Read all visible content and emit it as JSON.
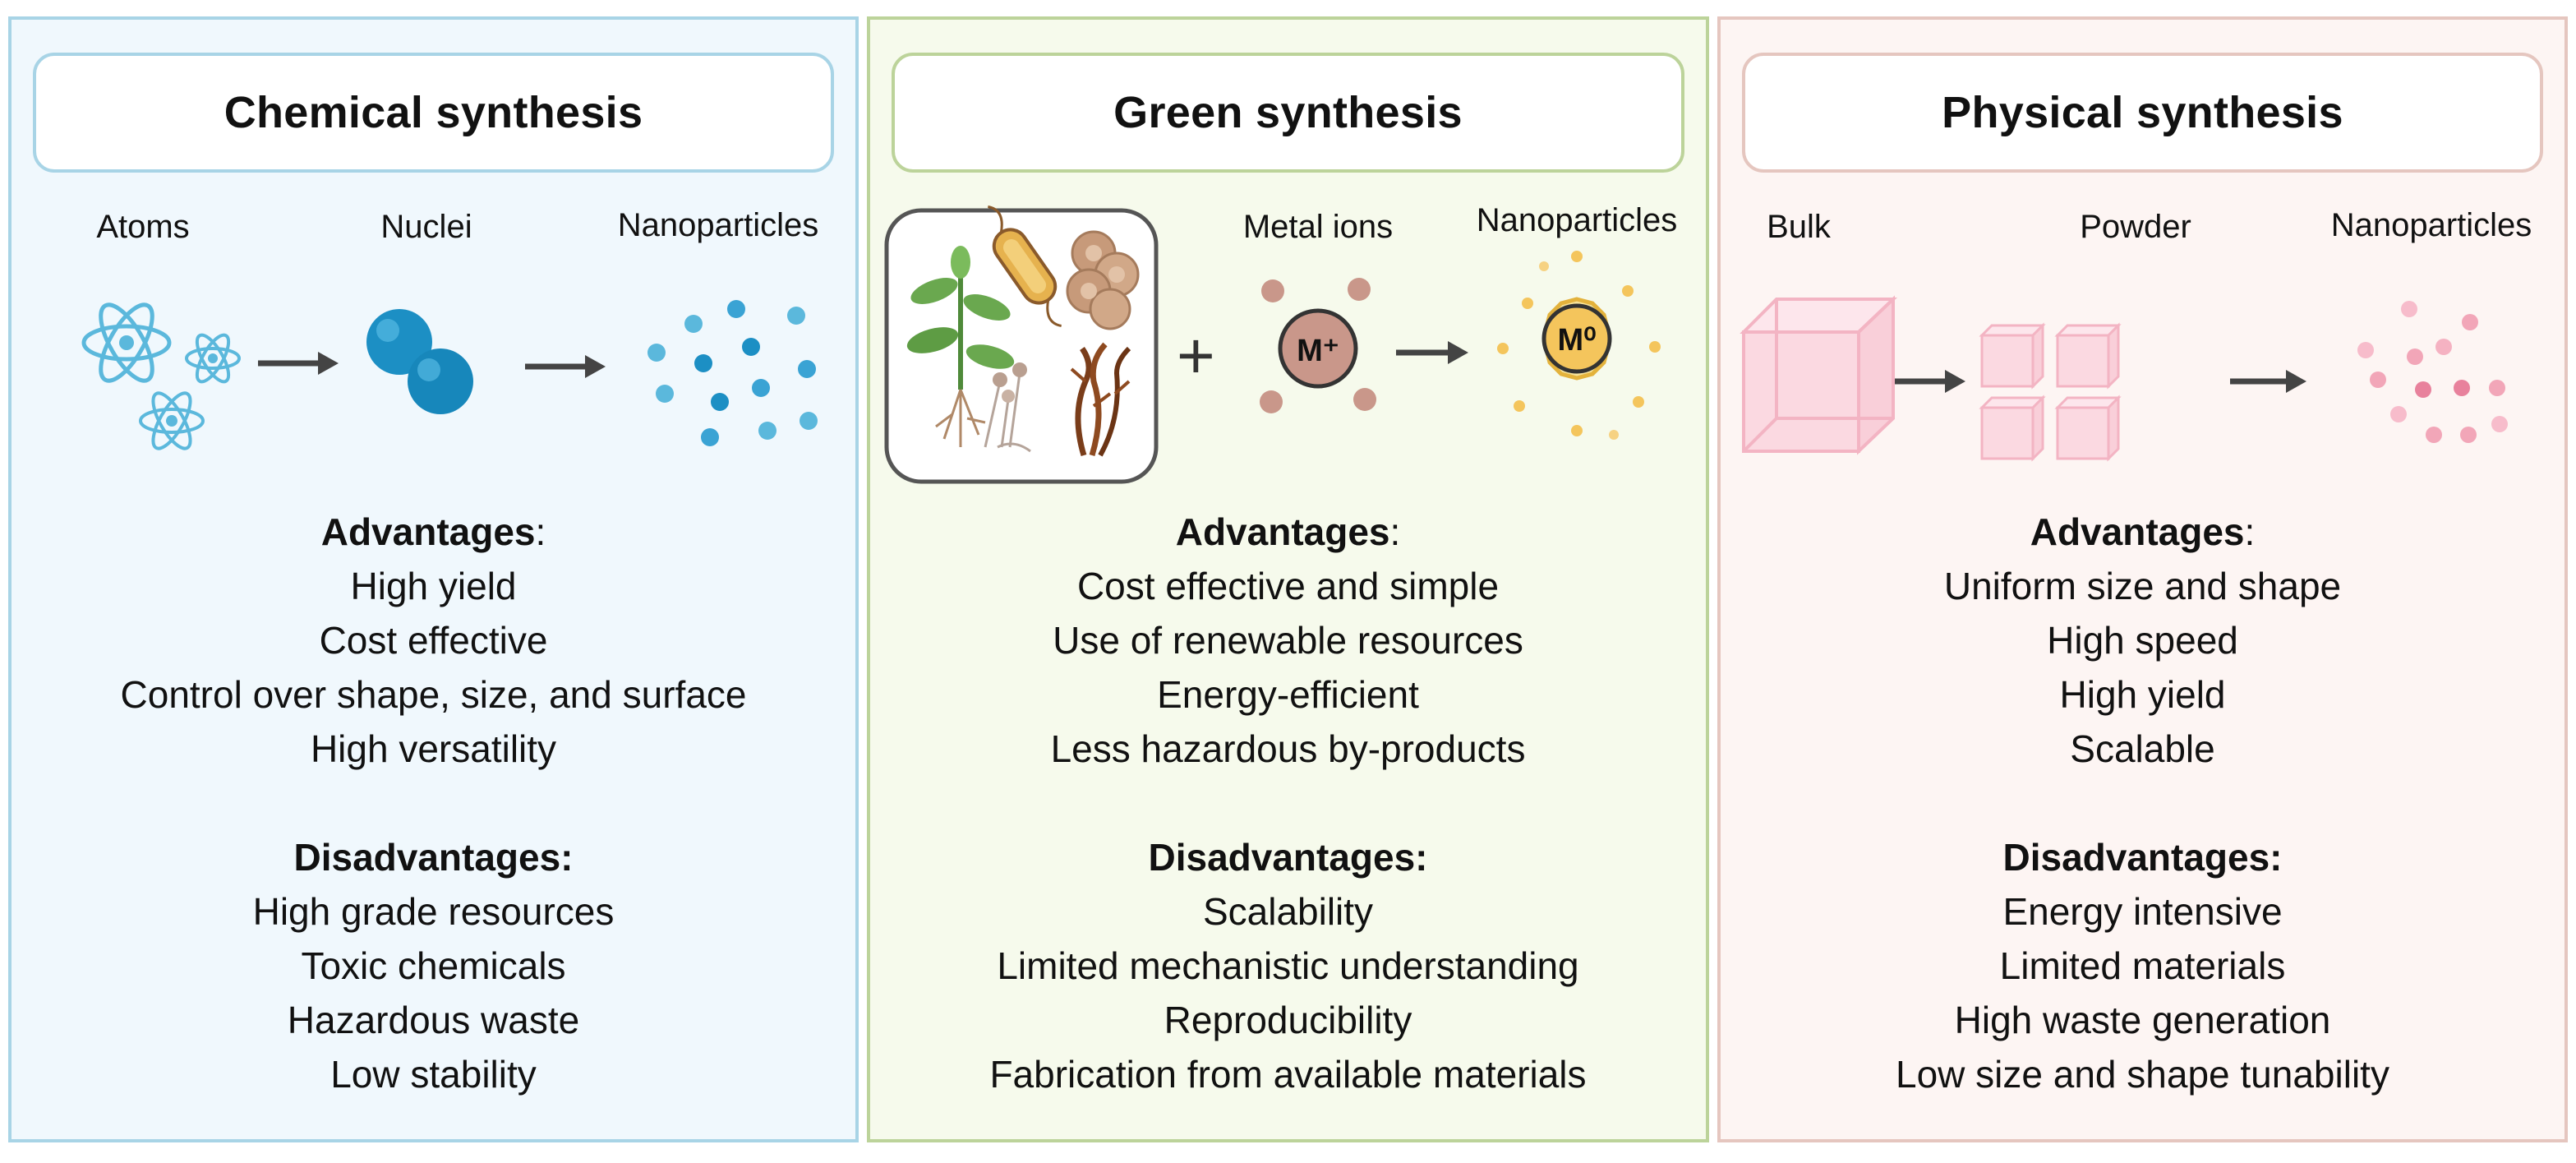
{
  "panels": {
    "chemical": {
      "title": "Chemical synthesis",
      "stages": [
        "Atoms",
        "Nuclei",
        "Nanoparticles"
      ],
      "advantages_title": "Advantages",
      "advantages": [
        "High yield",
        "Cost effective",
        "Control over shape, size, and surface",
        "High versatility"
      ],
      "disadvantages_title": "Disadvantages:",
      "disadvantages": [
        "High grade resources",
        "Toxic chemicals",
        "Hazardous waste",
        "Low stability"
      ]
    },
    "green": {
      "title": "Green synthesis",
      "stages": [
        "Metal ions",
        "Nanoparticles"
      ],
      "ion_label": "M⁺",
      "np_label": "M⁰",
      "plus": "+",
      "advantages_title": "Advantages",
      "advantages": [
        "Cost effective and simple",
        "Use of renewable resources",
        "Energy-efficient",
        "Less hazardous by-products"
      ],
      "disadvantages_title": "Disadvantages:",
      "disadvantages": [
        "Scalability",
        "Limited mechanistic understanding",
        "Reproducibility",
        "Fabrication from available materials"
      ]
    },
    "physical": {
      "title": "Physical synthesis",
      "stages": [
        "Bulk",
        "Powder",
        "Nanoparticles"
      ],
      "advantages_title": "Advantages",
      "advantages": [
        "Uniform size and shape",
        "High speed",
        "High yield",
        "Scalable"
      ],
      "disadvantages_title": "Disadvantages:",
      "disadvantages": [
        "Energy intensive",
        "Limited materials",
        "High waste generation",
        "Low size and shape tunability"
      ]
    }
  },
  "colors": {
    "chemical_bg": "#f0f8fd",
    "chemical_border": "#a8d4e6",
    "green_bg": "#f6faec",
    "green_border": "#bcd39a",
    "physical_bg": "#fdf5f3",
    "physical_border": "#e5c6bf",
    "atom_blue": "#5bb8dc",
    "nucleus_blue": "#1c8fc4",
    "gold": "#f4c55c",
    "pink": "#f2a6b8",
    "arrow": "#444444"
  }
}
